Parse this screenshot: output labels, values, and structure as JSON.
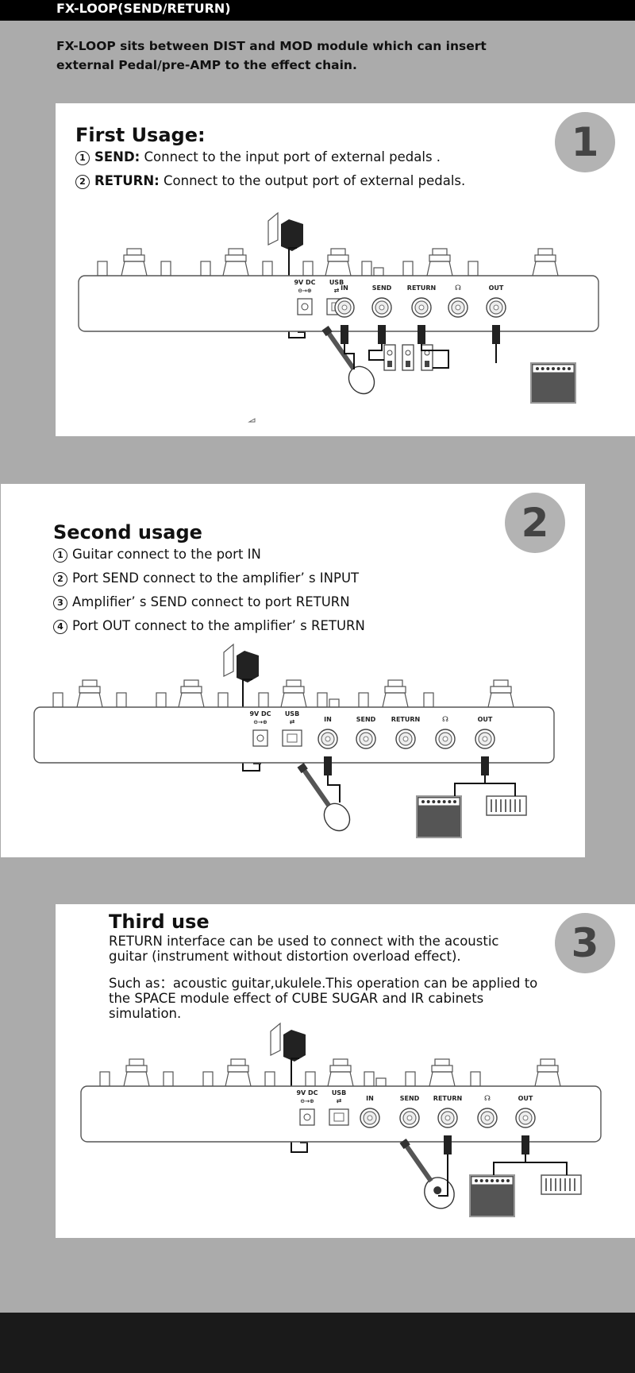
{
  "header": {
    "title": "FX-LOOP(SEND/RETURN)"
  },
  "intro": {
    "text": "FX-LOOP sits between DIST and MOD module which can insert external Pedal/pre-AMP to the effect chain."
  },
  "labels": {
    "dc": "9V DC",
    "usb": "USB",
    "in": "IN",
    "send": "SEND",
    "ret": "RETURN",
    "out": "OUT"
  },
  "section1": {
    "badge": "1",
    "title": "First Usage:",
    "items": [
      {
        "num": "1",
        "key": "SEND:",
        "text": " Connect to the input port of external pedals ."
      },
      {
        "num": "2",
        "key": "RETURN:",
        "text": " Connect to the output port of external pedals."
      }
    ]
  },
  "section2": {
    "badge": "2",
    "title": "Second usage",
    "items": [
      {
        "num": "1",
        "text": "Guitar connect to the port IN"
      },
      {
        "num": "2",
        "text": "Port SEND connect to the amplifier’ s INPUT"
      },
      {
        "num": "3",
        "text": "Amplifier’ s SEND connect to port RETURN"
      },
      {
        "num": "4",
        "text": "Port OUT connect to the amplifier’ s RETURN"
      }
    ]
  },
  "section3": {
    "badge": "3",
    "title": "Third use",
    "para1": "RETURN interface can be used to connect with the acoustic guitar (instrument without distortion overload effect).",
    "para2": "Such as：acoustic guitar,ukulele.This operation can be applied to the SPACE module effect of CUBE SUGAR and IR cabinets simulation."
  }
}
